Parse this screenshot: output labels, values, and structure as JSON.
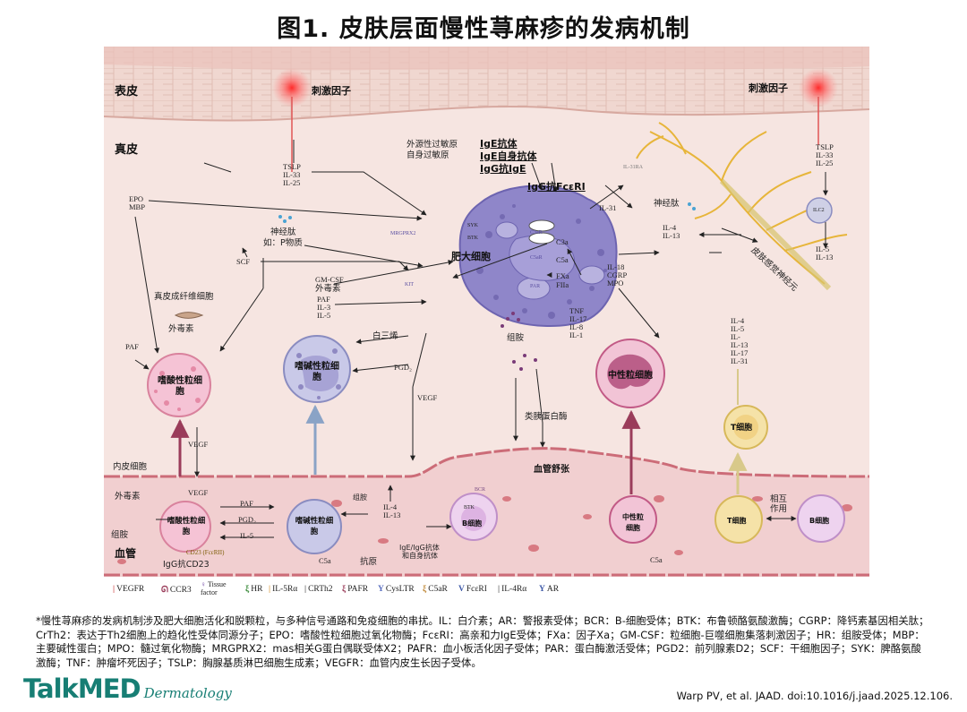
{
  "title": "图1. 皮肤层面慢性荨麻疹的发病机制",
  "layers": {
    "epidermis": "表皮",
    "dermis": "真皮",
    "blood_vessel": "血管"
  },
  "irritant": {
    "left": "刺激因子",
    "right": "刺激因子"
  },
  "mast_cell": {
    "label": "肥大细胞",
    "syk": "SYK",
    "btk": "BTK",
    "mrgprx2": "MRGPRX2",
    "c3ar": "C3aR",
    "c5ar": "C5aR",
    "kit": "KIT",
    "par": "PAR"
  },
  "allergens": {
    "line1": "外源性过敏原",
    "line2": "自身过敏原"
  },
  "ige": {
    "a": "IgE抗体",
    "b": "IgE自身抗体",
    "c": "IgG抗IgE",
    "d": "IgG抗FcεRI"
  },
  "tslp_left": {
    "a": "TSLP",
    "b": "IL-33",
    "c": "IL-25"
  },
  "tslp_right": {
    "a": "TSLP",
    "b": "IL-33",
    "c": "IL-25"
  },
  "il31": "IL-31",
  "il31ra": "IL-31RA",
  "neuropeptide_right": "神经肽",
  "il4_il13": {
    "a": "IL-4",
    "b": "IL-13"
  },
  "ilc2": "ILC2",
  "il5_il13": {
    "a": "IL-5",
    "b": "IL-13"
  },
  "nerve": "皮肤感觉神经元",
  "complement": {
    "c3a": "C3a",
    "c5a": "C5a",
    "fxa": "FXa",
    "fiia": "FIIa"
  },
  "epo_mbp": {
    "a": "EPO",
    "b": "MBP"
  },
  "neuropeptide_left": {
    "a": "神经肽",
    "b": "如：P物质"
  },
  "scf": "SCF",
  "gmcsf": {
    "a": "GM-CSF",
    "b": "外毒素",
    "c": "PAF",
    "d": "IL-3",
    "e": "IL-5"
  },
  "fibroblast": "真皮成纤维细胞",
  "exotoxin": "外毒素",
  "paf": "PAF",
  "eosinophil": "嗜酸性粒细胞",
  "basophil": "嗜碱性粒细胞",
  "leukotriene": "白三烯",
  "pgd2": "PGD₂",
  "vegf": "VEGF",
  "histamine": "组胺",
  "tryptase": "类胰蛋白酶",
  "vasodilation": "血管舒张",
  "mediators_neut": {
    "a": "IL-18",
    "b": "CGRP",
    "c": "MPO"
  },
  "tnf": {
    "a": "TNF",
    "b": "IL-17",
    "c": "IL-8",
    "d": "IL-1"
  },
  "neutrophil": "中性粒细胞",
  "t_cytokines": {
    "a": "IL-4",
    "b": "IL-5",
    "c": "IL-",
    "d": "IL-13",
    "e": "IL-17",
    "f": "IL-31"
  },
  "t_cell": "T细胞",
  "vessel": {
    "endothelial": "内皮细胞",
    "exotoxin": "外毒素",
    "vegf": "VEGF",
    "vegf2": "VEGF",
    "histamine": "组胺",
    "eos": "嗜酸性粒细胞",
    "cd23": "CD23 (FcεRII)",
    "igg_cd23": "IgG抗CD23",
    "paf": "PAF",
    "pgd2": "PGD₂",
    "il5": "IL-5",
    "baso": "嗜碱性粒细胞",
    "c5a": "C5a",
    "antigen": "抗原",
    "il4": "IL-4",
    "il13": "IL-13",
    "btk": "BTK",
    "bcr": "BCR",
    "bcell": "B细胞",
    "ige_igg": {
      "a": "IgE/IgG抗体",
      "b": "和自身抗体"
    },
    "neut": "中性粒细胞",
    "c5a2": "C5a",
    "tcell": "T细胞",
    "interact": {
      "a": "相互",
      "b": "作用"
    },
    "bcell2": "B细胞"
  },
  "legend": [
    "VEGFR",
    "CCR3",
    "Tissue factor",
    "HR",
    "IL-5Rα",
    "CRTh2",
    "PAFR",
    "CysLTR",
    "C5aR",
    "FcεRI",
    "IL-4Rα",
    "AR"
  ],
  "footnote": "*慢性荨麻疹的发病机制涉及肥大细胞活化和脱颗粒，与多种信号通路和免疫细胞的串扰。IL：白介素；AR：警报素受体；BCR：B-细胞受体；BTK：布鲁顿酪氨酸激酶；CGRP：降钙素基因相关肽；CrTh2：表达于Th2细胞上的趋化性受体同源分子；EPO：嗜酸性粒细胞过氧化物酶；FcεRI：高亲和力IgE受体；FXa：因子Xa；GM-CSF：粒细胞-巨噬细胞集落刺激因子；HR：组胺受体；MBP：主要碱性蛋白；MPO：髓过氧化物酶；MRGPRX2：mas相关G蛋白偶联受体X2；PAFR：血小板活化因子受体；PAR：蛋白酶激活受体；PGD2：前列腺素D2；SCF：干细胞因子；SYK：脾酪氨酸激酶；TNF：肿瘤坏死因子；TSLP：胸腺基质淋巴细胞生成素；VEGFR：血管内皮生长因子受体。",
  "logo": {
    "main": "TalkMED",
    "sub": "Dermatology"
  },
  "citation": "Warp PV, et al. JAAD. doi:10.1016/j.jaad.2025.12.106.",
  "colors": {
    "accent": "#177e74",
    "dermis": "#f6e5e1",
    "vessel": "#f1cfd0",
    "mast": "#8f86c9"
  }
}
